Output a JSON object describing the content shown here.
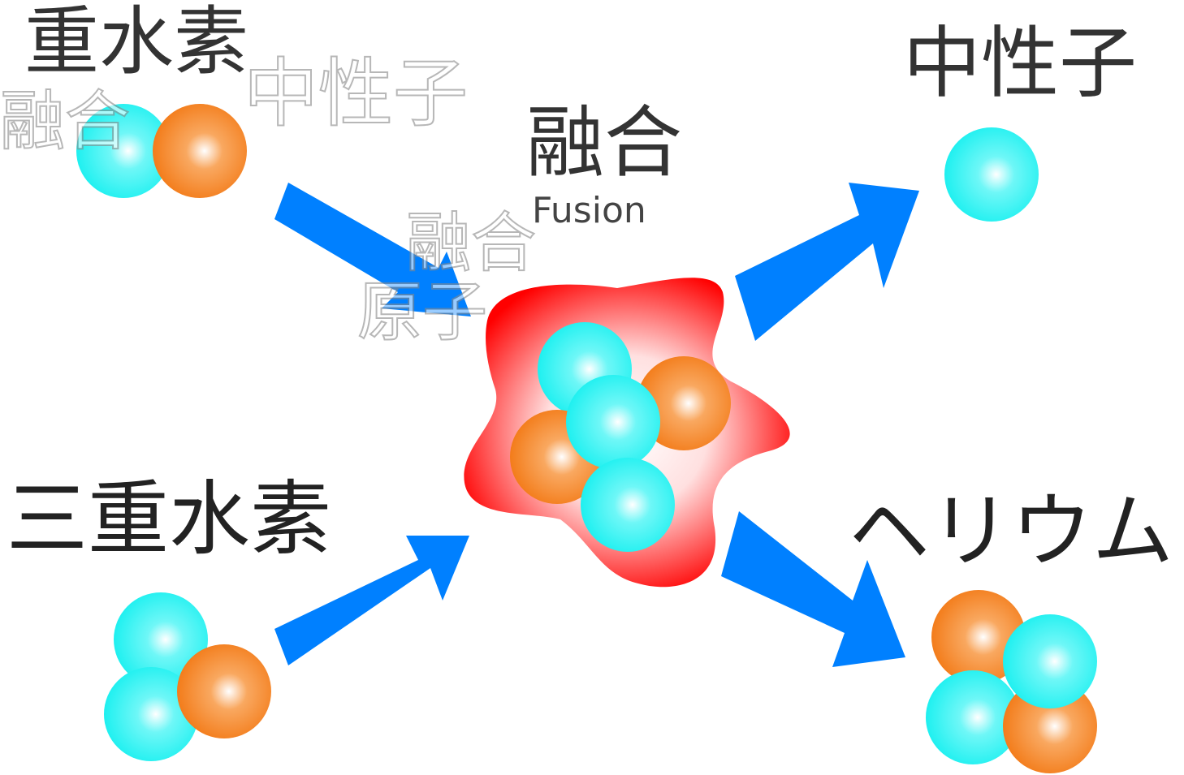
{
  "labels": {
    "deuterium": "重水素",
    "fusion_jp": "融合",
    "fusion_en": "Fusion",
    "neutron": "中性子",
    "tritium": "三重水素",
    "helium": "ヘリウム"
  },
  "ghost_text": {
    "neutron_ghost": "中性子",
    "fusion_ghost": "融合",
    "nucleus_ghost": "原子"
  },
  "colors": {
    "proton": "#1ef0f0",
    "neutron_particle": "#f5801e",
    "arrow": "#0080ff",
    "reaction": "#ff0000"
  }
}
